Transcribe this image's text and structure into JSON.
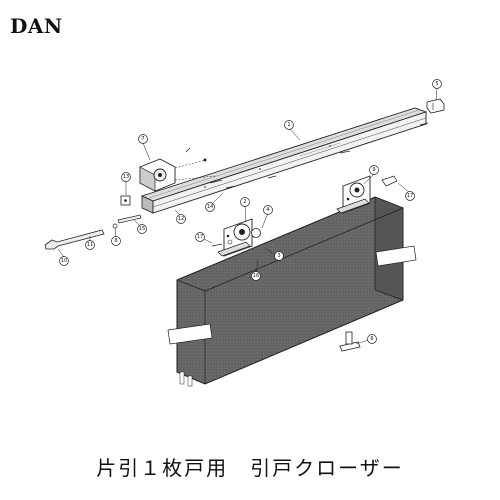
{
  "brand": "DAN",
  "caption": "片引１枚戸用　引戸クローザー",
  "callouts": {
    "c1": "1",
    "c2": "2",
    "c3": "3",
    "c4": "4",
    "c5": "5",
    "c6": "6",
    "c7": "7",
    "c8": "8",
    "c9": "9",
    "c10": "10",
    "c11": "11",
    "c12": "12",
    "c13": "13",
    "c14": "14",
    "c15": "15",
    "c16": "16",
    "c17a": "17",
    "c17b": "17"
  }
}
